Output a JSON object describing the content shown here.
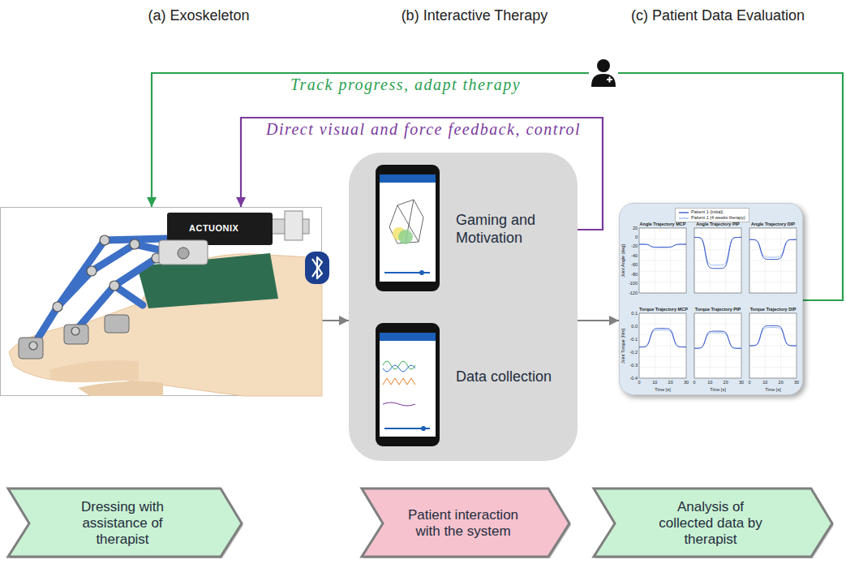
{
  "diagram": {
    "nodes": [
      {
        "text": [
          "ACTUONIX"
        ]
      },
      {
        "text": [
          "Gaming and Motivation",
          "Data collection"
        ]
      },
      {
        "text": [
          "Angle Trajectory MCP",
          "Angle Trajectory PIP",
          "Angle Trajectory DIP",
          "Torque Trajectory MCP",
          "Torque Trajectory PIP",
          "Torque Trajectory DIP",
          "Joint Angle [deg]",
          "Joint Torque [Nm]",
          "Time [s]",
          "Time [s]",
          "Time [s]"
        ]
      },
      {
        "text": [
          "Dressing with assistance of therapist"
        ]
      },
      {
        "text": [
          "Patient interaction with the system"
        ]
      },
      {
        "text": [
          "Analysis of collected data by therapist"
        ]
      }
    ],
    "edges": [
      {
        "from": 0,
        "to": 1,
        "arrow": "to"
      },
      {
        "from": 1,
        "to": 2,
        "arrow": "to"
      },
      {
        "from": 2,
        "to": 0,
        "label": "Track progress, adapt therapy",
        "arrow": "to"
      },
      {
        "from": 1,
        "to": 0,
        "label": "Direct visual and force feedback, control",
        "arrow": "to"
      }
    ],
    "labels": [
      "(a) Exoskeleton",
      "(b) Interactive Therapy",
      "(c) Patient Data Evaluation",
      "20",
      "0",
      "-20",
      "-40",
      "-60",
      "-80",
      "-100",
      "-120",
      "0.1",
      "0.0",
      "-0.1",
      "-0.2",
      "-0.3",
      "-0.4",
      "0",
      "10",
      "20",
      "30",
      "0",
      "10",
      "20",
      "30",
      "0",
      "10",
      "20",
      "30"
    ],
    "legend": [
      {
        "text": "Patient 1 (initial)"
      },
      {
        "text": "Patient 1 (4 weeks therapy)"
      }
    ]
  }
}
